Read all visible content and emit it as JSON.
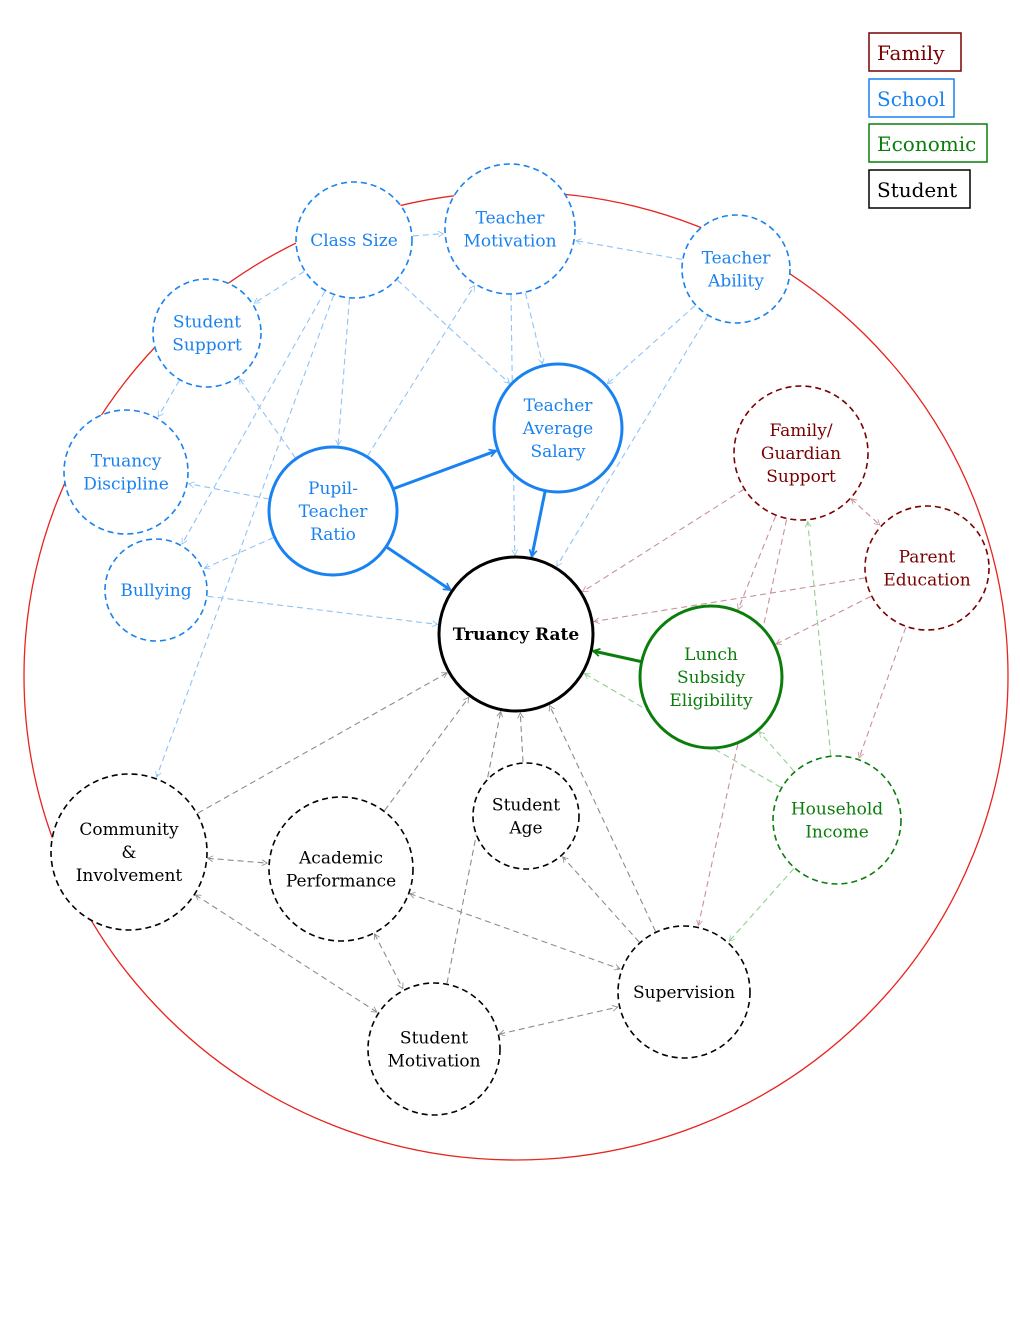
{
  "colors": {
    "Family": "#7a0000",
    "School": "#1a82f0",
    "Economic": "#0b7d0b",
    "Student": "#000000",
    "boundary": "#e8241e"
  },
  "legend": [
    {
      "id": "family",
      "label": "Family",
      "group": "Family"
    },
    {
      "id": "school",
      "label": "School",
      "group": "School"
    },
    {
      "id": "economic",
      "label": "Economic",
      "group": "Economic"
    },
    {
      "id": "student",
      "label": "Student",
      "group": "Student"
    }
  ],
  "nodes": [
    {
      "id": "class-size",
      "lines": [
        "Class Size"
      ],
      "group": "School",
      "style": "dashed"
    },
    {
      "id": "teacher-motivation",
      "lines": [
        "Teacher",
        "Motivation"
      ],
      "group": "School",
      "style": "dashed"
    },
    {
      "id": "teacher-ability",
      "lines": [
        "Teacher",
        "Ability"
      ],
      "group": "School",
      "style": "dashed"
    },
    {
      "id": "student-support",
      "lines": [
        "Student",
        "Support"
      ],
      "group": "School",
      "style": "dashed"
    },
    {
      "id": "truancy-discipline",
      "lines": [
        "Truancy",
        "Discipline"
      ],
      "group": "School",
      "style": "dashed"
    },
    {
      "id": "bullying",
      "lines": [
        "Bullying"
      ],
      "group": "School",
      "style": "dashed"
    },
    {
      "id": "pupil-teacher-ratio",
      "lines": [
        "Pupil-",
        "Teacher",
        "Ratio"
      ],
      "group": "School",
      "style": "solid"
    },
    {
      "id": "teacher-average-salary",
      "lines": [
        "Teacher",
        "Average",
        "Salary"
      ],
      "group": "School",
      "style": "solid"
    },
    {
      "id": "truancy-rate",
      "lines": [
        "Truancy Rate"
      ],
      "group": "Student",
      "style": "solid",
      "bold": true
    },
    {
      "id": "family-guardian-support",
      "lines": [
        "Family/",
        "Guardian",
        "Support"
      ],
      "group": "Family",
      "style": "dashed"
    },
    {
      "id": "parent-education",
      "lines": [
        "Parent",
        "Education"
      ],
      "group": "Family",
      "style": "dashed"
    },
    {
      "id": "lunch-subsidy",
      "lines": [
        "Lunch",
        "Subsidy",
        "Eligibility"
      ],
      "group": "Economic",
      "style": "solid"
    },
    {
      "id": "household-income",
      "lines": [
        "Household",
        "Income"
      ],
      "group": "Economic",
      "style": "dashed"
    },
    {
      "id": "community-involvement",
      "lines": [
        "Community",
        "&",
        "Involvement"
      ],
      "group": "Student",
      "style": "dashed"
    },
    {
      "id": "academic-performance",
      "lines": [
        "Academic",
        "Performance"
      ],
      "group": "Student",
      "style": "dashed"
    },
    {
      "id": "student-age",
      "lines": [
        "Student",
        "Age"
      ],
      "group": "Student",
      "style": "dashed"
    },
    {
      "id": "student-motivation",
      "lines": [
        "Student",
        "Motivation"
      ],
      "group": "Student",
      "style": "dashed"
    },
    {
      "id": "supervision",
      "lines": [
        "Supervision"
      ],
      "group": "Student",
      "style": "dashed"
    }
  ],
  "edges": [
    {
      "from": "pupil-teacher-ratio",
      "to": "teacher-average-salary",
      "style": "solid",
      "group": "School"
    },
    {
      "from": "pupil-teacher-ratio",
      "to": "truancy-rate",
      "style": "solid",
      "group": "School"
    },
    {
      "from": "teacher-average-salary",
      "to": "truancy-rate",
      "style": "solid",
      "group": "School"
    },
    {
      "from": "lunch-subsidy",
      "to": "truancy-rate",
      "style": "solid",
      "group": "Economic"
    },
    {
      "from": "class-size",
      "to": "teacher-motivation",
      "style": "dashed",
      "group": "School"
    },
    {
      "from": "teacher-ability",
      "to": "teacher-motivation",
      "style": "dashed",
      "group": "School"
    },
    {
      "from": "class-size",
      "to": "student-support",
      "style": "dashed",
      "group": "School"
    },
    {
      "from": "class-size",
      "to": "teacher-average-salary",
      "style": "dashed",
      "group": "School"
    },
    {
      "from": "class-size",
      "to": "pupil-teacher-ratio",
      "style": "dashed",
      "group": "School"
    },
    {
      "from": "class-size",
      "to": "bullying",
      "style": "dashed",
      "group": "School"
    },
    {
      "from": "class-size",
      "to": "community-involvement",
      "style": "dashed",
      "group": "School"
    },
    {
      "from": "teacher-motivation",
      "to": "teacher-average-salary",
      "style": "dashed",
      "group": "School"
    },
    {
      "from": "teacher-motivation",
      "to": "truancy-rate",
      "style": "dashed",
      "group": "School"
    },
    {
      "from": "pupil-teacher-ratio",
      "to": "teacher-motivation",
      "style": "dashed",
      "group": "School"
    },
    {
      "from": "teacher-ability",
      "to": "teacher-average-salary",
      "style": "dashed",
      "group": "School"
    },
    {
      "from": "teacher-ability",
      "to": "truancy-rate",
      "style": "dashed",
      "group": "School"
    },
    {
      "from": "student-support",
      "to": "truancy-discipline",
      "style": "dashed",
      "group": "School"
    },
    {
      "from": "pupil-teacher-ratio",
      "to": "student-support",
      "style": "dashed",
      "group": "School"
    },
    {
      "from": "pupil-teacher-ratio",
      "to": "truancy-discipline",
      "style": "dashed",
      "group": "School"
    },
    {
      "from": "pupil-teacher-ratio",
      "to": "bullying",
      "style": "dashed",
      "group": "School"
    },
    {
      "from": "bullying",
      "to": "truancy-rate",
      "style": "dashed",
      "group": "School"
    },
    {
      "from": "family-guardian-support",
      "to": "truancy-rate",
      "style": "dashed",
      "group": "Family"
    },
    {
      "from": "family-guardian-support",
      "to": "parent-education",
      "style": "dashed",
      "group": "Family",
      "both": true
    },
    {
      "from": "family-guardian-support",
      "to": "lunch-subsidy",
      "style": "dashed",
      "group": "Family"
    },
    {
      "from": "family-guardian-support",
      "to": "supervision",
      "style": "dashed",
      "group": "Family"
    },
    {
      "from": "parent-education",
      "to": "truancy-rate",
      "style": "dashed",
      "group": "Family"
    },
    {
      "from": "parent-education",
      "to": "lunch-subsidy",
      "style": "dashed",
      "group": "Family"
    },
    {
      "from": "parent-education",
      "to": "household-income",
      "style": "dashed",
      "group": "Family"
    },
    {
      "from": "household-income",
      "to": "lunch-subsidy",
      "style": "dashed",
      "group": "Economic"
    },
    {
      "from": "household-income",
      "to": "truancy-rate",
      "style": "dashed",
      "group": "Economic"
    },
    {
      "from": "household-income",
      "to": "family-guardian-support",
      "style": "dashed",
      "group": "Economic"
    },
    {
      "from": "household-income",
      "to": "supervision",
      "style": "dashed",
      "group": "Economic"
    },
    {
      "from": "community-involvement",
      "to": "truancy-rate",
      "style": "dashed",
      "group": "Student"
    },
    {
      "from": "academic-performance",
      "to": "truancy-rate",
      "style": "dashed",
      "group": "Student"
    },
    {
      "from": "student-age",
      "to": "truancy-rate",
      "style": "dashed",
      "group": "Student"
    },
    {
      "from": "student-motivation",
      "to": "truancy-rate",
      "style": "dashed",
      "group": "Student"
    },
    {
      "from": "supervision",
      "to": "truancy-rate",
      "style": "dashed",
      "group": "Student"
    },
    {
      "from": "supervision",
      "to": "student-age",
      "style": "dashed",
      "group": "Student"
    },
    {
      "from": "community-involvement",
      "to": "academic-performance",
      "style": "dashed",
      "group": "Student",
      "both": true
    },
    {
      "from": "community-involvement",
      "to": "student-motivation",
      "style": "dashed",
      "group": "Student",
      "both": true
    },
    {
      "from": "academic-performance",
      "to": "student-motivation",
      "style": "dashed",
      "group": "Student",
      "both": true
    },
    {
      "from": "academic-performance",
      "to": "supervision",
      "style": "dashed",
      "group": "Student",
      "both": true
    },
    {
      "from": "student-motivation",
      "to": "supervision",
      "style": "dashed",
      "group": "Student",
      "both": true
    }
  ]
}
